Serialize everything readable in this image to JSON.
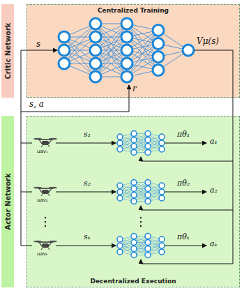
{
  "diagram": {
    "nodes": [
      {
        "text": [
          "Critic Network"
        ]
      },
      {
        "text": [
          "Centralized Training"
        ]
      },
      {
        "text": [
          "Actor Network"
        ]
      },
      {
        "text": [
          "Decentralized Execution"
        ]
      }
    ],
    "labels": [
      "s",
      "Vμ(s)",
      "r",
      "s, a",
      "uav₁",
      "s₁",
      "πθ₁",
      "a₁",
      "uav₂",
      "s₂",
      "πθ₂",
      "a₂",
      "uavₖ",
      "sₖ",
      "πθₖ",
      "aₖ"
    ]
  }
}
